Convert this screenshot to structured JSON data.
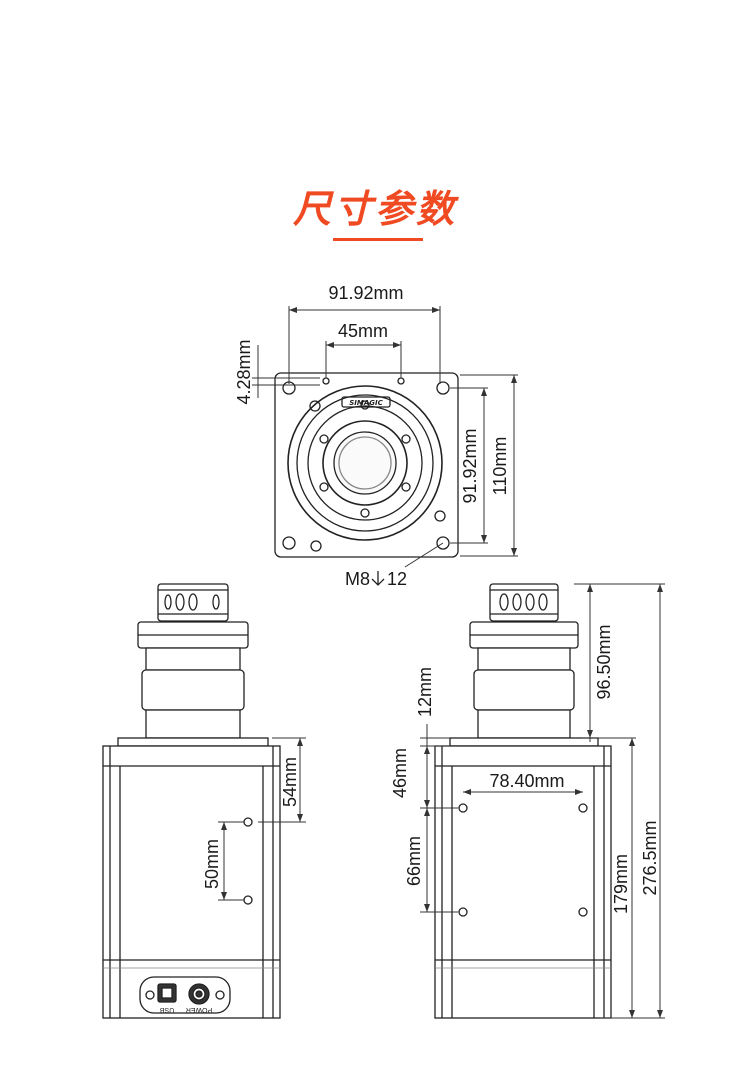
{
  "title": "尺寸参数",
  "labels": {
    "top_width": "91.92mm",
    "hole_spacing": "45mm",
    "hole_offset": "4.28mm",
    "inner_height": "91.92mm",
    "outer_height": "110mm",
    "thread": "M8",
    "thread_depth": "12",
    "side_height_54": "54mm",
    "side_height_50": "50mm",
    "right_12": "12mm",
    "right_46": "46mm",
    "right_66": "66mm",
    "right_width": "78.40mm",
    "right_shaft": "96.50mm",
    "right_body": "179mm",
    "right_total": "276.5mm"
  },
  "ports": {
    "usb": "USB",
    "power": "POWER"
  },
  "brand": "SIMAGIC"
}
